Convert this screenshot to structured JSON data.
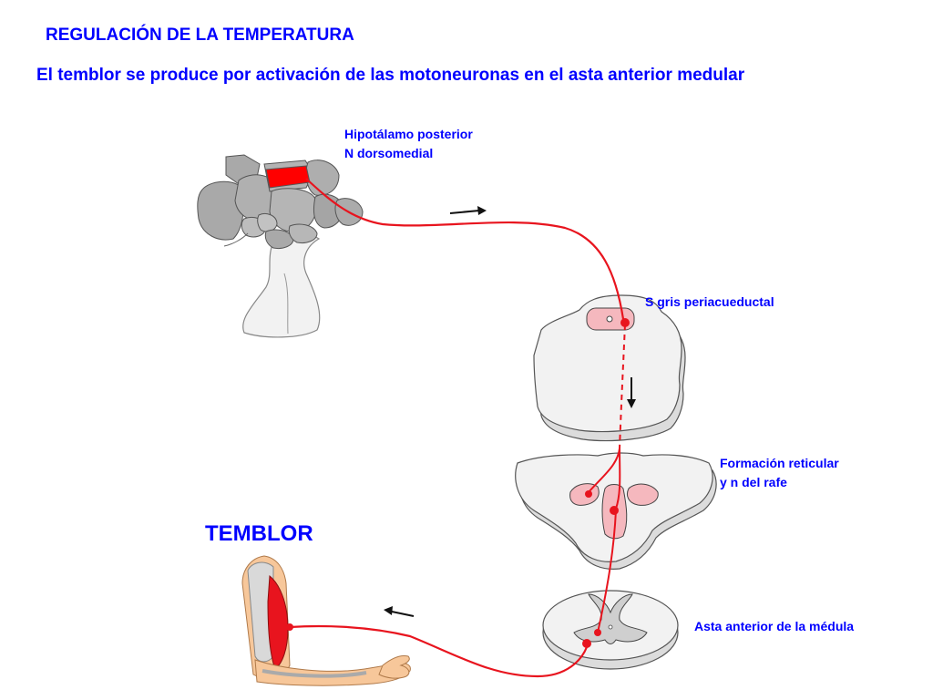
{
  "slide": {
    "title": "REGULACIÓN DE LA TEMPERATURA",
    "subtitle": "El temblor se produce por activación de las motoneuronas en el asta anterior medular"
  },
  "labels": {
    "hypothalamus_line1": "Hipotálamo posterior",
    "hypothalamus_line2": "N dorsomedial",
    "periaqueductal": "S gris periacueductal",
    "reticular_line1": "Formación reticular",
    "reticular_line2": "y n del rafe",
    "anterior_horn": "Asta anterior de la médula",
    "tremor": "TEMBLOR"
  },
  "colors": {
    "text": "#0000ff",
    "pathway": "#e8141e",
    "nucleus_highlight": "#ff0000",
    "nucleus_pink": "#f5b8be",
    "brain_gray": "#a8a8a8",
    "tissue": "#f2f2f2",
    "skin": "#f7c79a"
  },
  "icons": [
    "direction-arrow-right",
    "direction-arrow-down",
    "direction-arrow-left"
  ]
}
